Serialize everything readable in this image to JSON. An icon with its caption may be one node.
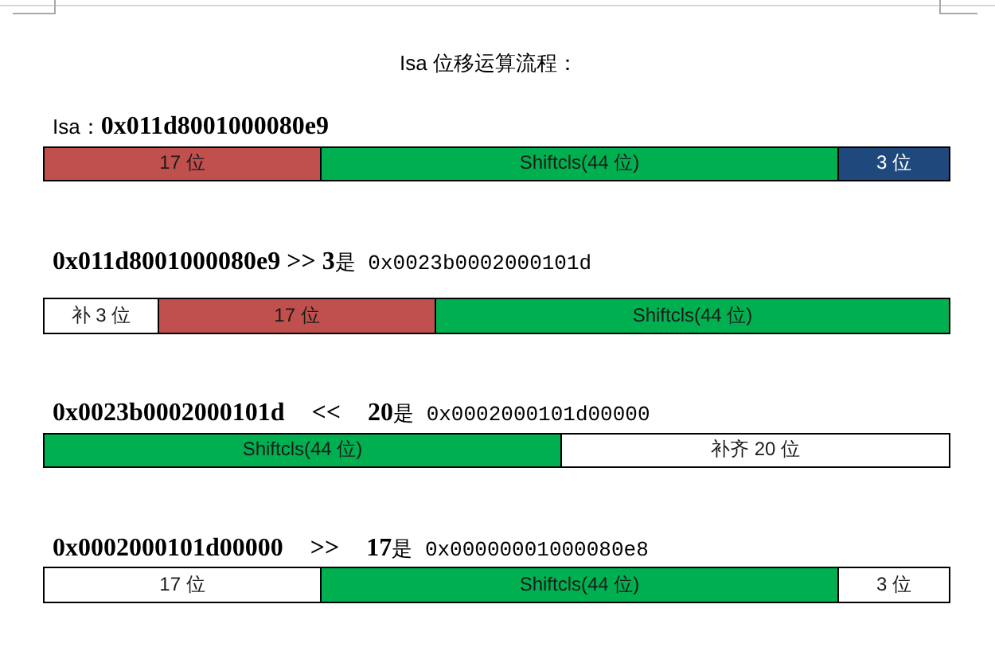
{
  "diagram": {
    "title": "Isa 位移运算流程：",
    "nodes": [
      {
        "text": [],
        "shape": "bar"
      },
      {
        "text": [
          "17 位"
        ],
        "in": 0
      },
      {
        "text": [
          "Shiftcls(44 位)"
        ],
        "in": 0
      },
      {
        "text": [
          "3 位"
        ],
        "in": 0
      },
      {
        "text": [],
        "shape": "bar"
      },
      {
        "text": [
          "补 3 位"
        ],
        "in": 4
      },
      {
        "text": [
          "17 位"
        ],
        "in": 4
      },
      {
        "text": [
          "Shiftcls(44 位)"
        ],
        "in": 4
      },
      {
        "text": [],
        "shape": "bar"
      },
      {
        "text": [
          "Shiftcls(44 位)"
        ],
        "in": 8
      },
      {
        "text": [
          "补齐 20 位"
        ],
        "in": 8
      },
      {
        "text": [],
        "shape": "bar"
      },
      {
        "text": [
          "17 位"
        ],
        "in": 11
      },
      {
        "text": [
          "Shiftcls(44 位)"
        ],
        "in": 11
      },
      {
        "text": [
          "3 位"
        ],
        "in": 11
      }
    ],
    "labels": [
      "Isa：**0x011d8001000080e9**",
      "**0x011d8001000080e9 >> 3**是 0x0023b0002000101d",
      "**0x0023b0002000101d << 20**是 0x0002000101d00000",
      "**0x0002000101d00000 >> 17**是 0x00000001000080e8"
    ]
  }
}
